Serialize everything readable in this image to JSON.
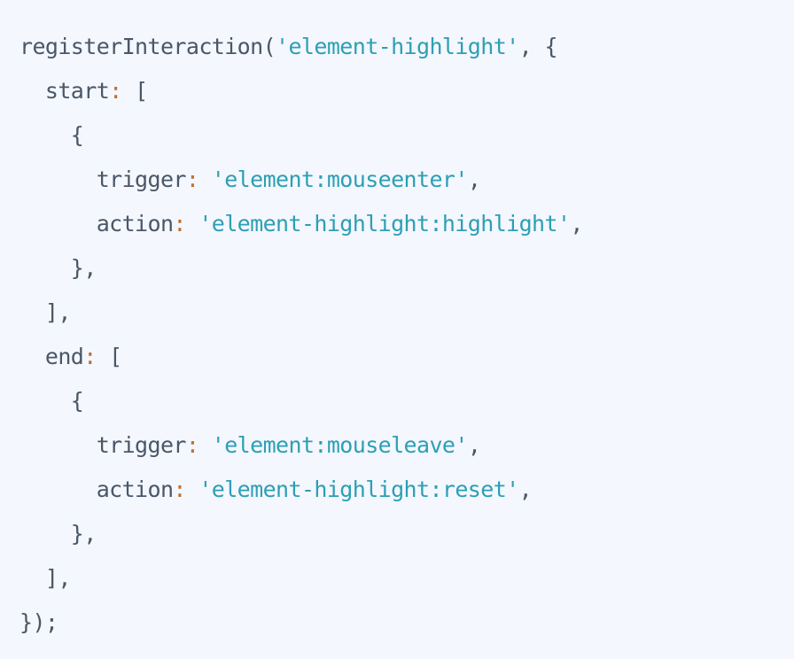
{
  "colors": {
    "background": "#f4f7fd",
    "text": "#4a5768",
    "string": "#2c9fb5",
    "punctuation_colon": "#c0702e"
  },
  "code": {
    "lines": [
      [
        {
          "text": "registerInteraction(",
          "kind": "plain"
        },
        {
          "text": "'element-highlight'",
          "kind": "str"
        },
        {
          "text": ", {",
          "kind": "plain"
        }
      ],
      [
        {
          "text": "  start",
          "kind": "plain"
        },
        {
          "text": ":",
          "kind": "colon"
        },
        {
          "text": " [",
          "kind": "plain"
        }
      ],
      [
        {
          "text": "    {",
          "kind": "plain"
        }
      ],
      [
        {
          "text": "      trigger",
          "kind": "plain"
        },
        {
          "text": ":",
          "kind": "colon"
        },
        {
          "text": " ",
          "kind": "plain"
        },
        {
          "text": "'element:mouseenter'",
          "kind": "str"
        },
        {
          "text": ",",
          "kind": "plain"
        }
      ],
      [
        {
          "text": "      action",
          "kind": "plain"
        },
        {
          "text": ":",
          "kind": "colon"
        },
        {
          "text": " ",
          "kind": "plain"
        },
        {
          "text": "'element-highlight:highlight'",
          "kind": "str"
        },
        {
          "text": ",",
          "kind": "plain"
        }
      ],
      [
        {
          "text": "    },",
          "kind": "plain"
        }
      ],
      [
        {
          "text": "  ],",
          "kind": "plain"
        }
      ],
      [
        {
          "text": "  end",
          "kind": "plain"
        },
        {
          "text": ":",
          "kind": "colon"
        },
        {
          "text": " [",
          "kind": "plain"
        }
      ],
      [
        {
          "text": "    {",
          "kind": "plain"
        }
      ],
      [
        {
          "text": "      trigger",
          "kind": "plain"
        },
        {
          "text": ":",
          "kind": "colon"
        },
        {
          "text": " ",
          "kind": "plain"
        },
        {
          "text": "'element:mouseleave'",
          "kind": "str"
        },
        {
          "text": ",",
          "kind": "plain"
        }
      ],
      [
        {
          "text": "      action",
          "kind": "plain"
        },
        {
          "text": ":",
          "kind": "colon"
        },
        {
          "text": " ",
          "kind": "plain"
        },
        {
          "text": "'element-highlight:reset'",
          "kind": "str"
        },
        {
          "text": ",",
          "kind": "plain"
        }
      ],
      [
        {
          "text": "    },",
          "kind": "plain"
        }
      ],
      [
        {
          "text": "  ],",
          "kind": "plain"
        }
      ],
      [
        {
          "text": "});",
          "kind": "plain"
        }
      ]
    ]
  }
}
